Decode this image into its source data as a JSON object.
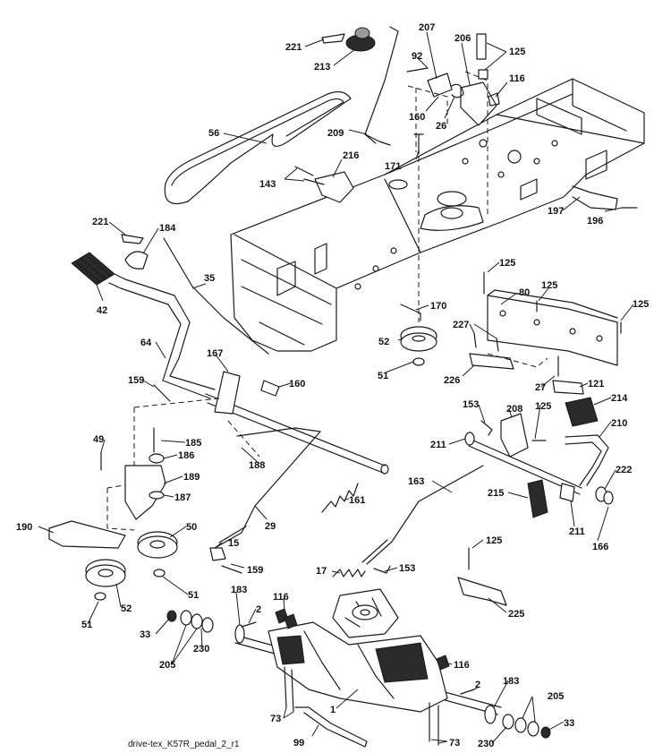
{
  "caption": "drive-tex_K57R_pedal_2_r1",
  "callouts": [
    {
      "id": "c221a",
      "num": "221"
    },
    {
      "id": "c213",
      "num": "213"
    },
    {
      "id": "c207",
      "num": "207"
    },
    {
      "id": "c92",
      "num": "92"
    },
    {
      "id": "c206",
      "num": "206"
    },
    {
      "id": "c125a",
      "num": "125"
    },
    {
      "id": "c116a",
      "num": "116"
    },
    {
      "id": "c160a",
      "num": "160"
    },
    {
      "id": "c26",
      "num": "26"
    },
    {
      "id": "c56",
      "num": "56"
    },
    {
      "id": "c209",
      "num": "209"
    },
    {
      "id": "c171",
      "num": "171"
    },
    {
      "id": "c216",
      "num": "216"
    },
    {
      "id": "c143",
      "num": "143"
    },
    {
      "id": "c197",
      "num": "197"
    },
    {
      "id": "c196",
      "num": "196"
    },
    {
      "id": "c221b",
      "num": "221"
    },
    {
      "id": "c184",
      "num": "184"
    },
    {
      "id": "c35",
      "num": "35"
    },
    {
      "id": "c42",
      "num": "42"
    },
    {
      "id": "c125b",
      "num": "125"
    },
    {
      "id": "c80",
      "num": "80"
    },
    {
      "id": "c125c",
      "num": "125"
    },
    {
      "id": "c125d",
      "num": "125"
    },
    {
      "id": "c170",
      "num": "170"
    },
    {
      "id": "c227",
      "num": "227"
    },
    {
      "id": "c52a",
      "num": "52"
    },
    {
      "id": "c51a",
      "num": "51"
    },
    {
      "id": "c64",
      "num": "64"
    },
    {
      "id": "c167",
      "num": "167"
    },
    {
      "id": "c160b",
      "num": "160"
    },
    {
      "id": "c226",
      "num": "226"
    },
    {
      "id": "c27",
      "num": "27"
    },
    {
      "id": "c121",
      "num": "121"
    },
    {
      "id": "c159a",
      "num": "159"
    },
    {
      "id": "c214",
      "num": "214"
    },
    {
      "id": "c153a",
      "num": "153"
    },
    {
      "id": "c208",
      "num": "208"
    },
    {
      "id": "c125e",
      "num": "125"
    },
    {
      "id": "c210",
      "num": "210"
    },
    {
      "id": "c49",
      "num": "49"
    },
    {
      "id": "c185",
      "num": "185"
    },
    {
      "id": "c211a",
      "num": "211"
    },
    {
      "id": "c186",
      "num": "186"
    },
    {
      "id": "c188",
      "num": "188"
    },
    {
      "id": "c189",
      "num": "189"
    },
    {
      "id": "c163",
      "num": "163"
    },
    {
      "id": "c222",
      "num": "222"
    },
    {
      "id": "c215",
      "num": "215"
    },
    {
      "id": "c187",
      "num": "187"
    },
    {
      "id": "c29",
      "num": "29"
    },
    {
      "id": "c161",
      "num": "161"
    },
    {
      "id": "c211b",
      "num": "211"
    },
    {
      "id": "c166",
      "num": "166"
    },
    {
      "id": "c190",
      "num": "190"
    },
    {
      "id": "c50",
      "num": "50"
    },
    {
      "id": "c15",
      "num": "15"
    },
    {
      "id": "c159b",
      "num": "159"
    },
    {
      "id": "c125f",
      "num": "125"
    },
    {
      "id": "c17",
      "num": "17"
    },
    {
      "id": "c153b",
      "num": "153"
    },
    {
      "id": "c51b",
      "num": "51"
    },
    {
      "id": "c225",
      "num": "225"
    },
    {
      "id": "c52b",
      "num": "52"
    },
    {
      "id": "c183a",
      "num": "183"
    },
    {
      "id": "c116b",
      "num": "116"
    },
    {
      "id": "c2a",
      "num": "2"
    },
    {
      "id": "c33a",
      "num": "33"
    },
    {
      "id": "c230a",
      "num": "230"
    },
    {
      "id": "c205a",
      "num": "205"
    },
    {
      "id": "c51c",
      "num": "51"
    },
    {
      "id": "c116c",
      "num": "116"
    },
    {
      "id": "c2b",
      "num": "2"
    },
    {
      "id": "c183b",
      "num": "183"
    },
    {
      "id": "c205b",
      "num": "205"
    },
    {
      "id": "c1",
      "num": "1"
    },
    {
      "id": "c73a",
      "num": "73"
    },
    {
      "id": "c33b",
      "num": "33"
    },
    {
      "id": "c230b",
      "num": "230"
    },
    {
      "id": "c99",
      "num": "99"
    },
    {
      "id": "c73b",
      "num": "73"
    }
  ]
}
